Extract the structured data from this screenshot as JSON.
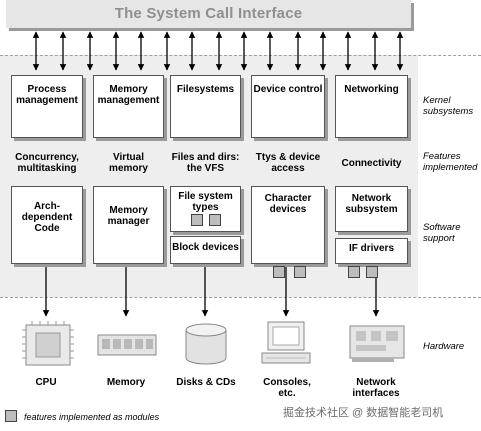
{
  "header": {
    "title": "The System Call Interface"
  },
  "subsystems": [
    {
      "label": "Process management",
      "feature": "Concurrency, multitasking",
      "support": "Arch-dependent Code",
      "hardware": "CPU"
    },
    {
      "label": "Memory management",
      "feature": "Virtual memory",
      "support": "Memory manager",
      "hardware": "Memory"
    },
    {
      "label": "Filesystems",
      "feature": "Files and dirs: the VFS",
      "support": "File system types",
      "support2": "Block devices",
      "hardware": "Disks & CDs"
    },
    {
      "label": "Device control",
      "feature": "Ttys & device access",
      "support": "Character devices",
      "hardware": "Consoles, etc."
    },
    {
      "label": "Networking",
      "feature": "Connectivity",
      "support": "Network subsystem",
      "support2": "IF drivers",
      "hardware": "Network interfaces"
    }
  ],
  "side_labels": {
    "kernel": "Kernel subsystems",
    "features": "Features implemented",
    "software": "Software support",
    "hardware": "Hardware"
  },
  "legend": {
    "label": "features implemented as modules"
  },
  "watermark": "掘金技术社区 @ 数据智能老司机"
}
